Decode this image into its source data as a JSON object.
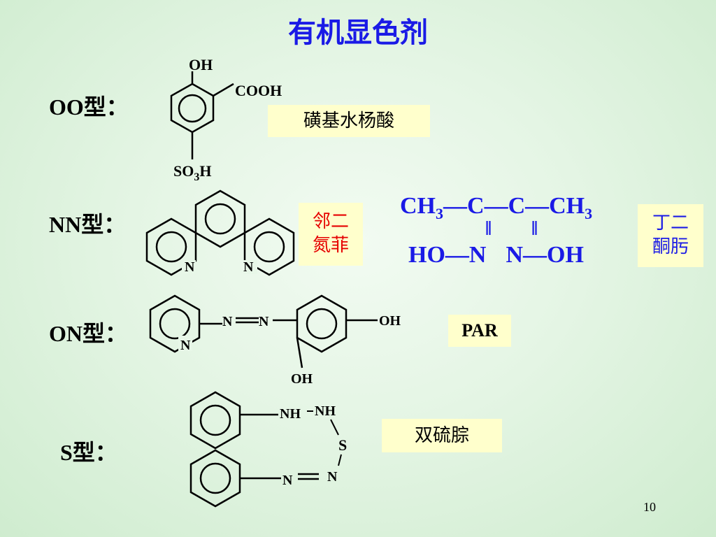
{
  "title": "有机显色剂",
  "page_number": "10",
  "colors": {
    "title": "#1a1ae6",
    "name_box_bg": "#ffffcc",
    "red_text": "#e60000",
    "blue_text": "#1a1ae6"
  },
  "sections": {
    "oo": {
      "label": "OO型：",
      "name": "磺基水杨酸",
      "atoms": {
        "oh": "OH",
        "cooh": "COOH",
        "so3h_base": "SO",
        "so3h_sub": "3",
        "so3h_tail": "H"
      }
    },
    "nn": {
      "label": "NN型：",
      "name_line1": "邻二",
      "name_line2": "氮菲",
      "atoms": {
        "n_left": "N",
        "n_right": "N"
      },
      "dimethylglyoxime": {
        "ch3_left": "CH",
        "ch3_left_sub": "3",
        "c1": "C",
        "c2": "C",
        "ch3_right": "CH",
        "ch3_right_sub": "3",
        "dash": "—",
        "double_bond": "‖",
        "ho": "HO",
        "n1": "N",
        "n2": "N",
        "oh": "OH",
        "name_line1": "丁二",
        "name_line2": "酮肟"
      }
    },
    "on": {
      "label": "ON型：",
      "name": "PAR",
      "atoms": {
        "n_ring": "N",
        "n_azo1": "N",
        "n_azo2": "N",
        "oh_right": "OH",
        "oh_bottom": "OH"
      }
    },
    "s": {
      "label": "S型：",
      "name": "双硫腙",
      "atoms": {
        "nh1": "NH",
        "nh2": "NH",
        "s": "S",
        "n1": "N",
        "n2": "N"
      }
    }
  }
}
